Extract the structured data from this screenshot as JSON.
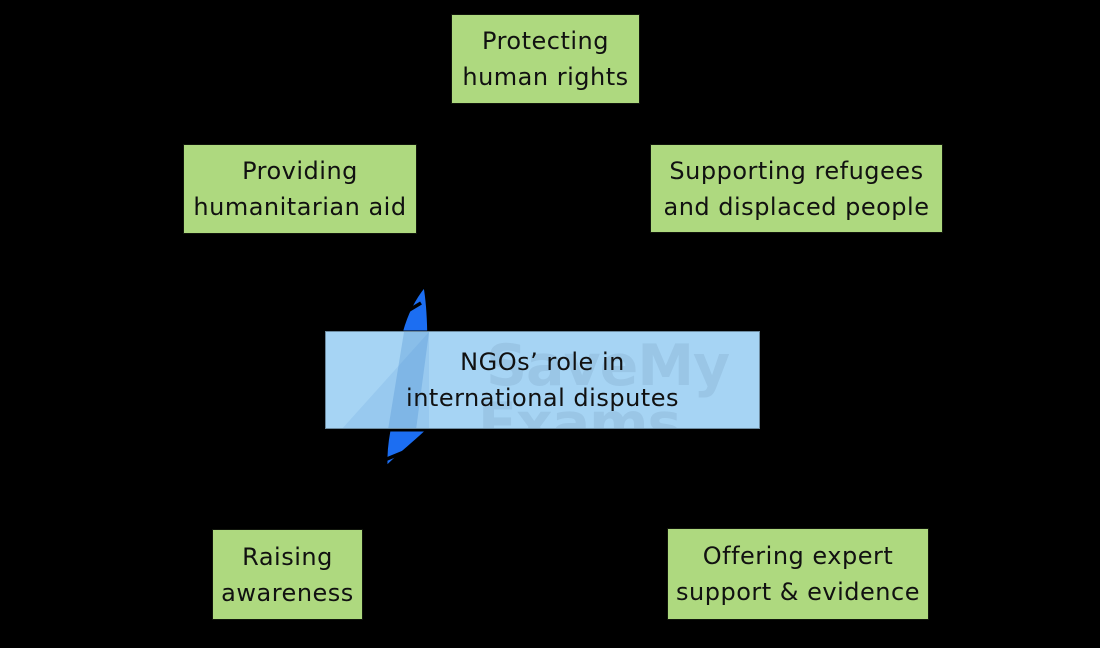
{
  "diagram": {
    "colors": {
      "background": "#000000",
      "node_fill": "#aed97f",
      "center_fill": "#a6d4f4",
      "bolt_fill": "#1c6ef2",
      "watermark": "#97c2e2",
      "text": "#111111"
    },
    "center_node": {
      "line1": "NGOs’ role in",
      "line2": "international disputes"
    },
    "nodes": [
      {
        "id": "protecting-human-rights",
        "line1": "Protecting",
        "line2": "human rights"
      },
      {
        "id": "providing-humanitarian-aid",
        "line1": "Providing",
        "line2": "humanitarian aid"
      },
      {
        "id": "supporting-refugees",
        "line1": "Supporting refugees",
        "line2": "and displaced people"
      },
      {
        "id": "raising-awareness",
        "line1": "Raising",
        "line2": "awareness"
      },
      {
        "id": "offering-expert-support",
        "line1": "Offering expert",
        "line2": "support & evidence"
      }
    ],
    "watermark": {
      "line1": "SaveMy",
      "line2": "Exams"
    }
  }
}
